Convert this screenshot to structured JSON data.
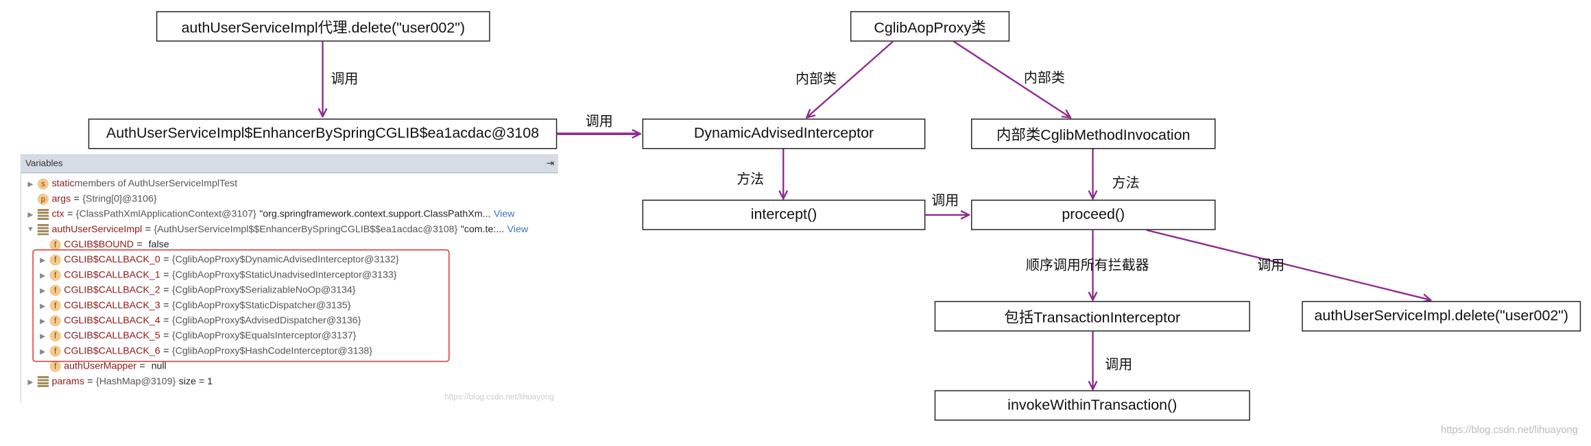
{
  "colors": {
    "arrow": "#8e2a8e",
    "highlight": "#e03030"
  },
  "boxes": {
    "proxy_call": "authUserServiceImpl代理.delete(\"user002\")",
    "enhancer": "AuthUserServiceImpl$EnhancerBySpringCGLIB$ea1acdac@3108",
    "cglib_aop_proxy": "CglibAopProxy类",
    "dynamic_interceptor": "DynamicAdvisedInterceptor",
    "method_invocation": "内部类CglibMethodInvocation",
    "intercept": "intercept()",
    "proceed": "proceed()",
    "transaction_interceptor": "包括TransactionInterceptor",
    "target_call": "authUserServiceImpl.delete(\"user002\")",
    "invoke_within": "invokeWithinTransaction()"
  },
  "labels": {
    "call_1": "调用",
    "call_2": "调用",
    "inner_1": "内部类",
    "inner_2": "内部类",
    "method_1": "方法",
    "method_2": "方法",
    "call_3": "调用",
    "sequential": "顺序调用所有拦截器",
    "call_4": "调用",
    "call_5": "调用"
  },
  "variables": {
    "title": "Variables",
    "pin_icon": "pin-icon",
    "rows": [
      {
        "arrow": "▶",
        "icon": "s",
        "name": "static",
        "value": "members of AuthUserServiceImplTest",
        "extra": "",
        "view": ""
      },
      {
        "arrow": "",
        "icon": "p",
        "name": "args",
        "value": "{String[0]@3106}",
        "extra": "",
        "view": ""
      },
      {
        "arrow": "▶",
        "icon": "list",
        "name": "ctx",
        "value": "{ClassPathXmlApplicationContext@3107}",
        "extra": "\"org.springframework.context.support.ClassPathXm...",
        "view": "View"
      },
      {
        "arrow": "▼",
        "icon": "list",
        "name": "authUserServiceImpl",
        "value": "{AuthUserServiceImpl$$EnhancerBySpringCGLIB$$ea1acdac@3108}",
        "extra": "\"com.te:...",
        "view": "View"
      },
      {
        "arrow": "",
        "icon": "f",
        "name": "CGLIB$BOUND",
        "value": "",
        "extra": "false",
        "view": "",
        "indent": 1
      },
      {
        "arrow": "▶",
        "icon": "f",
        "name": "CGLIB$CALLBACK_0",
        "value": "{CglibAopProxy$DynamicAdvisedInterceptor@3132}",
        "extra": "",
        "view": "",
        "indent": 1
      },
      {
        "arrow": "▶",
        "icon": "f",
        "name": "CGLIB$CALLBACK_1",
        "value": "{CglibAopProxy$StaticUnadvisedInterceptor@3133}",
        "extra": "",
        "view": "",
        "indent": 1
      },
      {
        "arrow": "▶",
        "icon": "f",
        "name": "CGLIB$CALLBACK_2",
        "value": "{CglibAopProxy$SerializableNoOp@3134}",
        "extra": "",
        "view": "",
        "indent": 1
      },
      {
        "arrow": "▶",
        "icon": "f",
        "name": "CGLIB$CALLBACK_3",
        "value": "{CglibAopProxy$StaticDispatcher@3135}",
        "extra": "",
        "view": "",
        "indent": 1
      },
      {
        "arrow": "▶",
        "icon": "f",
        "name": "CGLIB$CALLBACK_4",
        "value": "{CglibAopProxy$AdvisedDispatcher@3136}",
        "extra": "",
        "view": "",
        "indent": 1
      },
      {
        "arrow": "▶",
        "icon": "f",
        "name": "CGLIB$CALLBACK_5",
        "value": "{CglibAopProxy$EqualsInterceptor@3137}",
        "extra": "",
        "view": "",
        "indent": 1
      },
      {
        "arrow": "▶",
        "icon": "f",
        "name": "CGLIB$CALLBACK_6",
        "value": "{CglibAopProxy$HashCodeInterceptor@3138}",
        "extra": "",
        "view": "",
        "indent": 1
      },
      {
        "arrow": "",
        "icon": "f",
        "name": "authUserMapper",
        "value": "",
        "extra": "null",
        "view": "",
        "indent": 1
      },
      {
        "arrow": "▶",
        "icon": "list",
        "name": "params",
        "value": "{HashMap@3109}",
        "extra": "size = 1",
        "view": ""
      }
    ],
    "watermark": "https://blog.csdn.net/lihuayong"
  },
  "watermark": "https://blog.csdn.net/lihuayong"
}
